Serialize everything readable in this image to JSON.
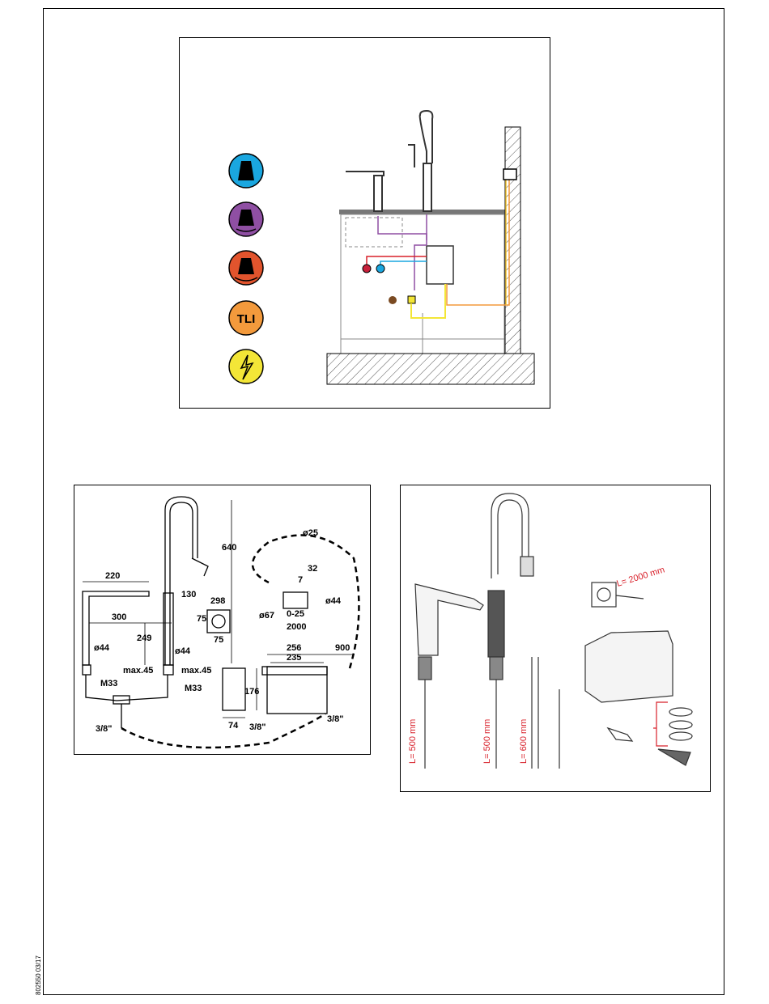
{
  "doc_number": "802550 03/17",
  "legend_icons": [
    {
      "name": "cold-water-icon",
      "color": "#1aa7e0"
    },
    {
      "name": "mixed-water-icon",
      "color": "#8f4fa3"
    },
    {
      "name": "hot-water-icon",
      "color": "#e2542d"
    },
    {
      "name": "tli-icon",
      "color": "#f39a3c",
      "label": "TLI"
    },
    {
      "name": "electricity-icon",
      "color": "#f3e637"
    }
  ],
  "dims": {
    "d640": "640",
    "d220": "220",
    "d130": "130",
    "d298": "298",
    "d300": "300",
    "d75a": "75",
    "d75b": "75",
    "d249": "249",
    "dia44a": "ø44",
    "dia44b": "ø44",
    "max45a": "max.45",
    "max45b": "max.45",
    "m33a": "M33",
    "m33b": "M33",
    "d176": "176",
    "d74": "74",
    "thr1": "3/8\"",
    "thr2": "3/8\"",
    "thr3": "3/8\"",
    "dia25": "ø25",
    "d32": "32",
    "d7": "7",
    "dia44c": "ø44",
    "dia67": "ø67",
    "d025": "0-25",
    "d2000": "2000",
    "d256": "256",
    "d235": "235",
    "d900": "900"
  },
  "lengths": {
    "l1": "L= 500 mm",
    "l2": "L= 500 mm",
    "l3": "L= 600 mm",
    "cable": "L= 2000 mm"
  }
}
